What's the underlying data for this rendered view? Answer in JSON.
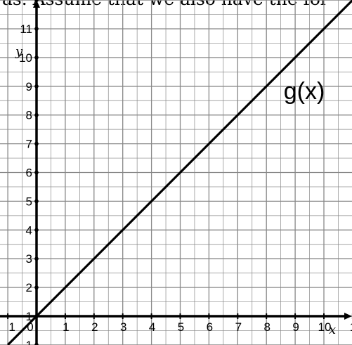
{
  "snippet": "as. Assume that we also have the fol",
  "chart_data": {
    "type": "line",
    "title": "",
    "xlabel": "x",
    "ylabel": "y",
    "xlim": [
      -1,
      11
    ],
    "ylim": [
      -1,
      11
    ],
    "grid": true,
    "minor_grid": true,
    "x_tick_labels": [
      "1",
      "0",
      "1",
      "2",
      "3",
      "4",
      "5",
      "6",
      "7",
      "8",
      "9",
      "10",
      "1"
    ],
    "y_tick_labels": [
      "1",
      "1",
      "2",
      "3",
      "4",
      "5",
      "6",
      "7",
      "8",
      "9",
      "10",
      "11"
    ],
    "series": [
      {
        "name": "g(x)",
        "x": [
          -1,
          11
        ],
        "y": [
          -1,
          11
        ]
      }
    ],
    "colors": {
      "line": "#000000",
      "grid": "#888888",
      "axis": "#000000"
    }
  }
}
